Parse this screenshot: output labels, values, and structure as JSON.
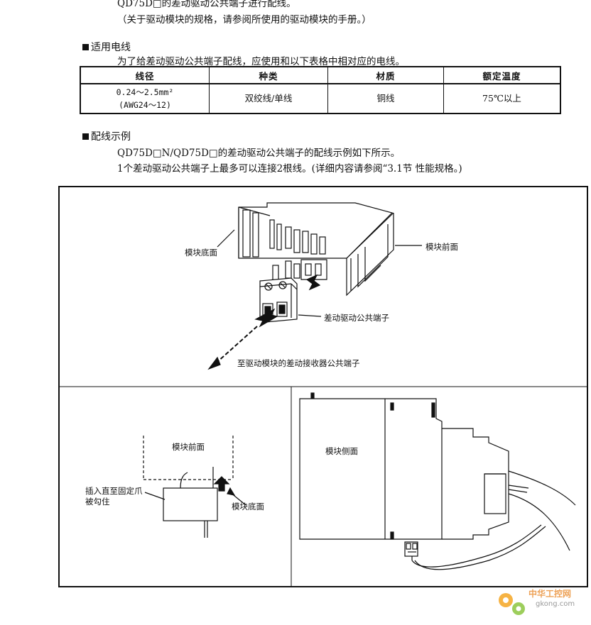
{
  "intro": {
    "line1": "QD75D□的差动驱动公共端子进行配线。",
    "line2": "（关于驱动模块的规格，请参阅所使用的驱动模块的手册。）"
  },
  "section_wire": {
    "heading": "适用电线",
    "desc": "为了给差动驱动公共端子配线，应使用和以下表格中相对应的电线。",
    "table": {
      "headers": [
        "线径",
        "种类",
        "材质",
        "额定温度"
      ],
      "row": {
        "size_line1": "0.24～2.5mm²",
        "size_line2": "(AWG24～12)",
        "type": "双绞线/单线",
        "material": "铜线",
        "temp": "75℃以上"
      }
    }
  },
  "section_example": {
    "heading": "配线示例",
    "desc1": "QD75D□N/QD75D□的差动驱动公共端子的配线示例如下所示。",
    "desc2": "1个差动驱动公共端子上最多可以连接2根线。(详细内容请参阅“3.1节 性能规格。)"
  },
  "figure": {
    "top": {
      "bottom_label": "模块底面",
      "front_label": "模块前面",
      "terminal_label": "差动驱动公共端子",
      "to_label": "至驱动模块的差动接收器公共端子"
    },
    "left": {
      "front_label": "模块前面",
      "insert_line1": "插入直至固定爪",
      "insert_line2": "被勾住",
      "bottom_label": "模块底面"
    },
    "right": {
      "side_label": "模块侧面"
    }
  },
  "watermark": {
    "site_cn": "中华工控网",
    "site_url": "gkong.com",
    "colors": {
      "gear_orange": "#f5a623",
      "gear_green": "#8cc63f"
    }
  }
}
